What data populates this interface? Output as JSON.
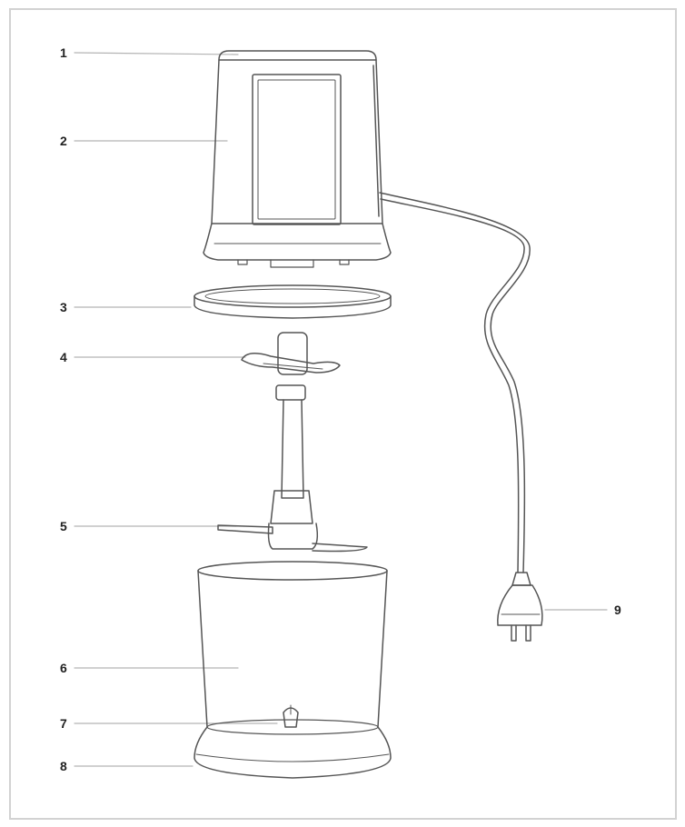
{
  "callouts": [
    {
      "label": "1"
    },
    {
      "label": "2"
    },
    {
      "label": "3"
    },
    {
      "label": "4"
    },
    {
      "label": "5"
    },
    {
      "label": "6"
    },
    {
      "label": "7"
    },
    {
      "label": "8"
    },
    {
      "label": "9"
    }
  ],
  "colors": {
    "stroke": "#555555",
    "leader": "#b4b4b4",
    "border": "#d2d2d2",
    "label": "#222222"
  }
}
